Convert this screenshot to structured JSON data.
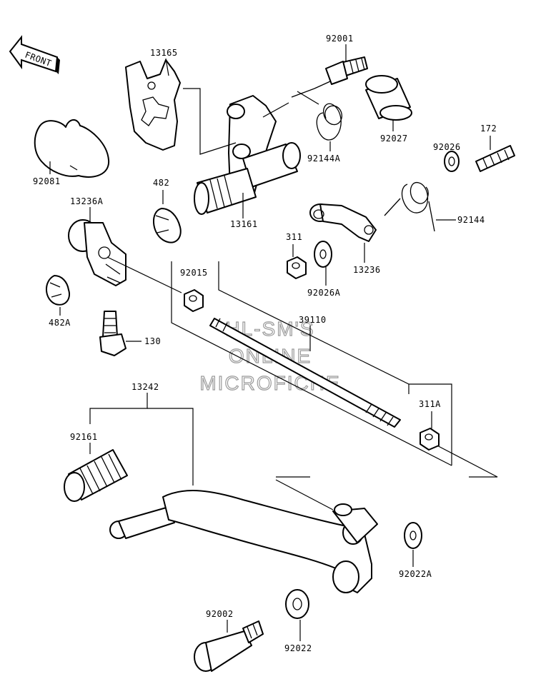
{
  "direction_label": "FRONT",
  "watermark": [
    "HL-SM'S",
    "ONLINE",
    "MICROFICHE"
  ],
  "parts": {
    "p13165": "13165",
    "p92001": "92001",
    "p92027": "92027",
    "p172": "172",
    "p92026": "92026",
    "p92081": "92081",
    "p482": "482",
    "p13236A": "13236A",
    "p92144A": "92144A",
    "p92144": "92144",
    "p13161": "13161",
    "p311": "311",
    "p13236": "13236",
    "p92026A": "92026A",
    "p92015": "92015",
    "p39110": "39110",
    "p482A": "482A",
    "p130": "130",
    "p13242": "13242",
    "p311A": "311A",
    "p92161": "92161",
    "p92022A": "92022A",
    "p92002": "92002",
    "p92022": "92022"
  }
}
